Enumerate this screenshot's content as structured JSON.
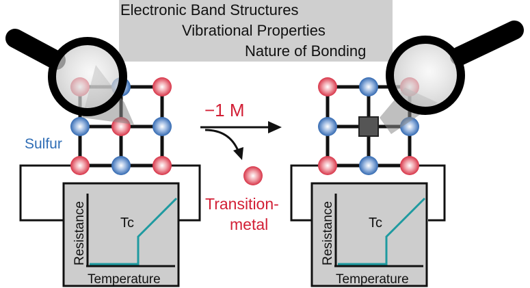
{
  "header": {
    "lines": [
      "Electronic Band Structures",
      "Vibrational Properties",
      "Nature of Bonding"
    ]
  },
  "labels": {
    "sulfur": "Sulfur",
    "reaction": "−1 M",
    "transition_line1": "Transition-",
    "transition_line2": "metal"
  },
  "plots": {
    "ylabel": "Resistance",
    "xlabel": "Temperature",
    "annotation": "Tc"
  },
  "colors": {
    "sulfur_atom": "#1f5aa8",
    "metal_atom": "#d21f35",
    "sulfur_label": "#2f6db5",
    "metal_label": "#d21f35",
    "curve": "#1e9aa0",
    "plot_bg": "#cdcdcd",
    "header_bg": "#cfcfcf"
  },
  "icons": [
    "magnifying-glass-icon",
    "arrow-icon",
    "vacancy-square-icon"
  ]
}
